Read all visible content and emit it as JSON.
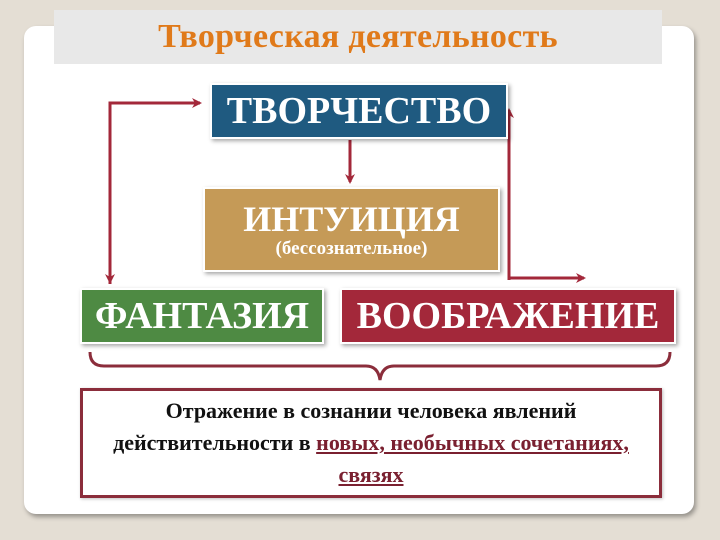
{
  "slide": {
    "title": "Творческая деятельность",
    "boxes": {
      "creativity": {
        "label": "ТВОРЧЕСТВО",
        "color": "#1f5a80"
      },
      "intuition": {
        "label": "ИНТУИЦИЯ",
        "sublabel": "(бессознательное)",
        "color": "#c59a57"
      },
      "fantasy": {
        "label": "ФАНТАЗИЯ",
        "color": "#4e8a43"
      },
      "imagination": {
        "label": "ВООБРАЖЕНИЕ",
        "color": "#a3283a"
      }
    },
    "definition": {
      "text_plain": "Отражение в сознании человека явлений действительности в ",
      "text_highlight": "новых, необычных сочетаниях, связях"
    },
    "colors": {
      "title": "#e07a1a",
      "arrows": "#a3283a",
      "definition_border": "#8b2d3b"
    }
  }
}
